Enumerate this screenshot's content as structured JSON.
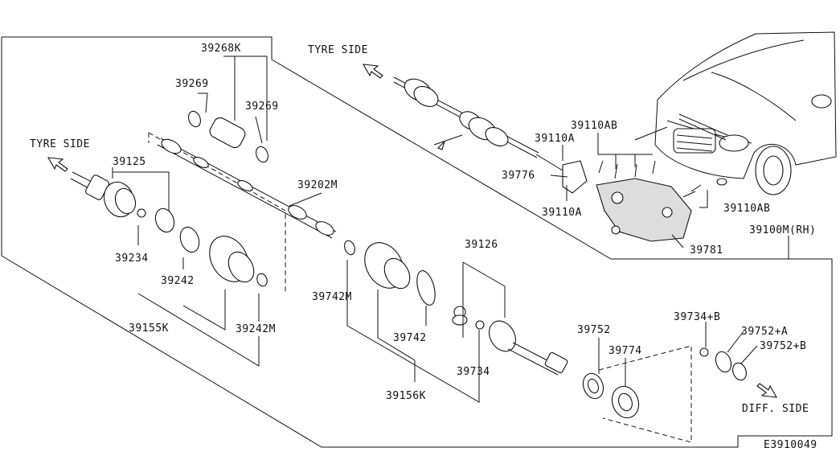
{
  "diagram": {
    "labels": {
      "tyre_side_top": "TYRE SIDE",
      "tyre_side_left": "TYRE SIDE",
      "diff_side": "DIFF. SIDE",
      "p39268K": "39268K",
      "p39269_left": "39269",
      "p39269_right": "39269",
      "p39125": "39125",
      "p39202M": "39202M",
      "p39234": "39234",
      "p39242": "39242",
      "p39155K": "39155K",
      "p39242M": "39242M",
      "p39742M": "39742M",
      "p39742": "39742",
      "p39156K": "39156K",
      "p39734": "39734",
      "p39126": "39126",
      "p39752": "39752",
      "p39774": "39774",
      "p39734B": "39734+B",
      "p39752A": "39752+A",
      "p39752B": "39752+B",
      "p39110A_top": "39110A",
      "p39110A_bottom": "39110A",
      "p39776": "39776",
      "p39110AB_top": "39110AB",
      "p39110AB_right": "39110AB",
      "p39781": "39781",
      "p39100M": "39100M(RH)",
      "ref_code": "E3910049"
    }
  }
}
